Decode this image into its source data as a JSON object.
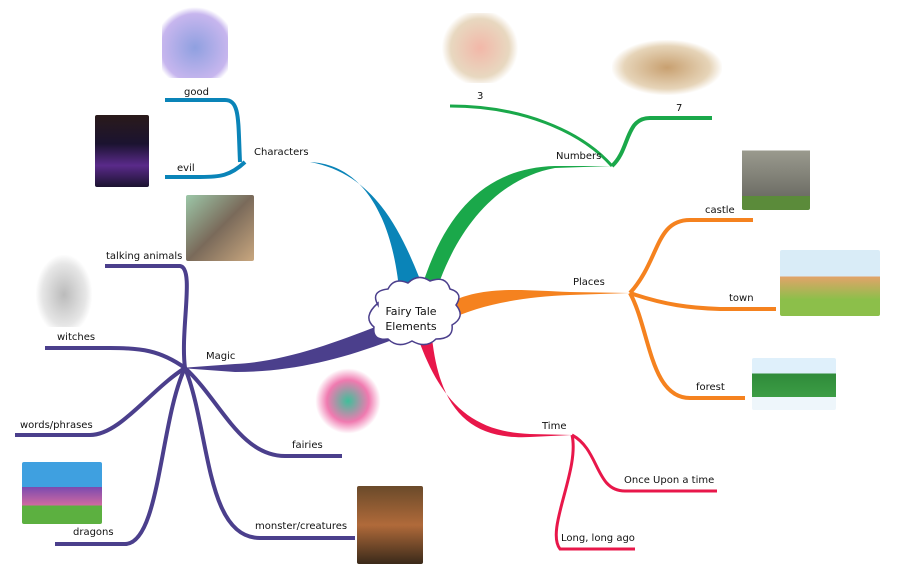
{
  "center": {
    "line1": "Fairy Tale",
    "line2": "Elements"
  },
  "colors": {
    "characters": "#0a84b8",
    "numbers": "#1aa84a",
    "places": "#f5821f",
    "time": "#e8174a",
    "magic": "#4b3f8c"
  },
  "branches": {
    "characters": {
      "label": "Characters",
      "children": [
        "good",
        "evil"
      ]
    },
    "numbers": {
      "label": "Numbers",
      "children": [
        "3",
        "7"
      ]
    },
    "places": {
      "label": "Places",
      "children": [
        "castle",
        "town",
        "forest"
      ]
    },
    "time": {
      "label": "Time",
      "children": [
        "Once Upon a time",
        "Long, long ago"
      ]
    },
    "magic": {
      "label": "Magic",
      "children": [
        "talking animals",
        "witches",
        "words/phrases",
        "dragons",
        "fairies",
        "monster/creatures"
      ]
    }
  }
}
